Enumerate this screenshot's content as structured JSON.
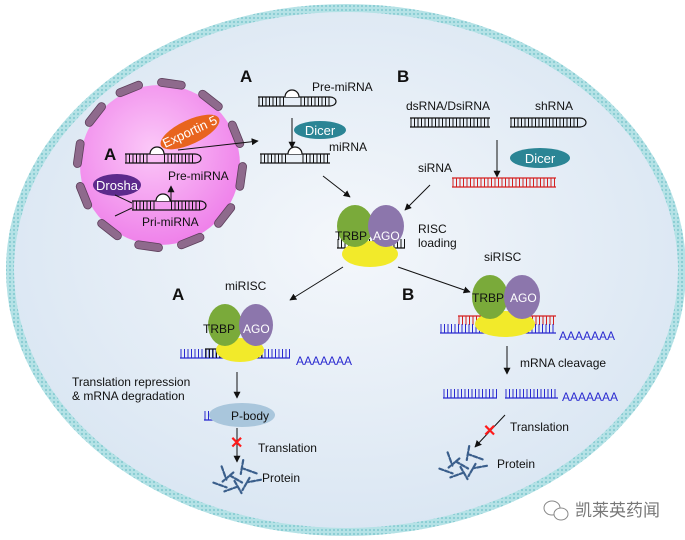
{
  "nucleus": {
    "label_a": "A",
    "exportin": "Exportin 5",
    "drosha": "Drosha",
    "pre_mirna": "Pre-miRNA",
    "pri_mirna": "Pri-miRNA"
  },
  "pathway_a_top": {
    "label": "A",
    "pre_mirna": "Pre-miRNA",
    "dicer": "Dicer",
    "mirna": "miRNA"
  },
  "pathway_b_top": {
    "label": "B",
    "dsrna": "dsRNA/DsiRNA",
    "shrna": "shRNA",
    "dicer": "Dicer",
    "sirna": "siRNA"
  },
  "risc": {
    "trbp": "TRBP",
    "ago": "AGO",
    "loading_line1": "RISC",
    "loading_line2": "loading"
  },
  "mirisc": {
    "label": "A",
    "title": "miRISC",
    "trbp": "TRBP",
    "ago": "AGO",
    "polya": "AAAAAAA",
    "effect_line1": "Translation repression",
    "effect_line2": "& mRNA degradation",
    "pbody": "P-body",
    "translation": "Translation",
    "protein": "Protein"
  },
  "sirisc": {
    "label": "B",
    "title": "siRISC",
    "trbp": "TRBP",
    "ago": "AGO",
    "polya": "AAAAAAA",
    "cleavage": "mRNA cleavage",
    "polya_cleaved": "AAAAAAA",
    "translation": "Translation",
    "protein": "Protein"
  },
  "watermark": "凯莱英药闻",
  "colors": {
    "cytoplasm": "#e4edf6",
    "membrane": "#9fd6dc",
    "nucleus": "#f48ef0",
    "envelope": "#8e6a8c",
    "exportin": "#e8641e",
    "drosha": "#5c2a8c",
    "dicer": "#2b8595",
    "trbp": "#7aaa3a",
    "ago": "#8c76ac",
    "mrna": "#2a2ad0",
    "sirna": "#d42020",
    "inhibit": "#ff1a1a",
    "protein": "#3b5f8c"
  }
}
